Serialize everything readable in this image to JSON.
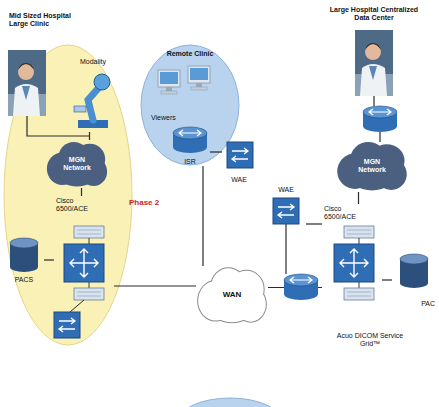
{
  "diagram": {
    "nodes": [
      {
        "text": [
          "Mid Sized Hospital Large Clinic"
        ]
      },
      {
        "text": [
          "Modality"
        ],
        "in": 0
      },
      {
        "text": [
          "MGN Network"
        ],
        "in": 0
      },
      {
        "text": [
          "Cisco 6500/ACE"
        ],
        "in": 0
      },
      {
        "text": [
          "PACS"
        ],
        "in": 0
      },
      {
        "text": [
          "Remote Clinic"
        ]
      },
      {
        "text": [
          "Viewers"
        ],
        "in": 5
      },
      {
        "text": [
          "ISR"
        ],
        "in": 5
      },
      {
        "text": [
          "WAE"
        ]
      },
      {
        "text": [
          "WAN"
        ]
      },
      {
        "text": [
          "WAE"
        ]
      },
      {
        "text": [
          "MGN Network"
        ]
      },
      {
        "text": [
          "Cisco 6500/ACE"
        ]
      },
      {
        "text": [
          "PAC"
        ]
      }
    ],
    "edges": [
      {
        "from": 1,
        "to": 2,
        "arrow": "none"
      },
      {
        "from": 2,
        "to": 3,
        "arrow": "none"
      },
      {
        "from": 3,
        "to": 4,
        "arrow": "none"
      },
      {
        "from": 3,
        "to": 9,
        "arrow": "none"
      },
      {
        "from": 7,
        "to": 8,
        "arrow": "none"
      },
      {
        "from": 7,
        "to": 9,
        "arrow": "none"
      },
      {
        "from": 9,
        "to": 12,
        "arrow": "none"
      },
      {
        "from": 10,
        "to": 12,
        "arrow": "none"
      },
      {
        "from": 11,
        "to": 12,
        "arrow": "none"
      },
      {
        "from": 12,
        "to": 13,
        "arrow": "none"
      }
    ],
    "labels": [
      "Large Hospital Centralized Data Center",
      "Phase 2",
      "Acuo DICOM Service Grid™"
    ]
  }
}
